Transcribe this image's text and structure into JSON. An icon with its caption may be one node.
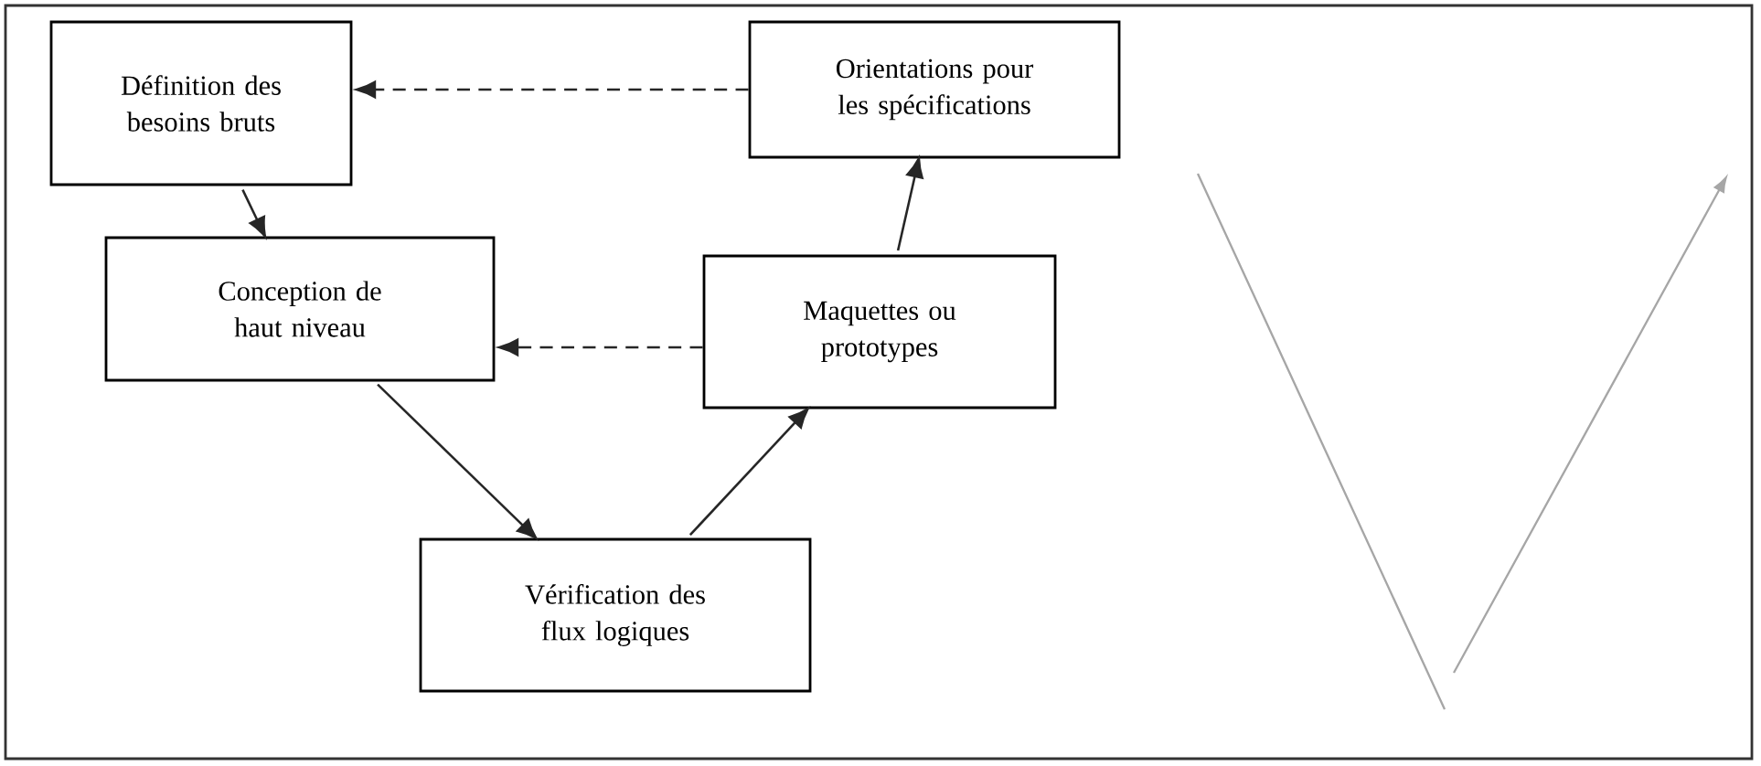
{
  "diagram": {
    "nodes": [
      {
        "text": [
          "Définition des besoins bruts"
        ]
      },
      {
        "text": [
          "Orientations pour les spécifications"
        ]
      },
      {
        "text": [
          "Conception de haut niveau"
        ]
      },
      {
        "text": [
          "Maquettes ou prototypes"
        ]
      },
      {
        "text": [
          "Vérification des flux logiques"
        ]
      }
    ],
    "edges": [
      {
        "from": 0,
        "to": 2,
        "arrow": "to"
      },
      {
        "from": 2,
        "to": 4,
        "arrow": "to"
      },
      {
        "from": 4,
        "to": 3,
        "arrow": "to"
      },
      {
        "from": 3,
        "to": 1,
        "arrow": "to"
      },
      {
        "from": 1,
        "to": 0,
        "arrow": "to",
        "style": "dashed"
      },
      {
        "from": 3,
        "to": 2,
        "arrow": "to",
        "style": "dashed"
      }
    ]
  }
}
